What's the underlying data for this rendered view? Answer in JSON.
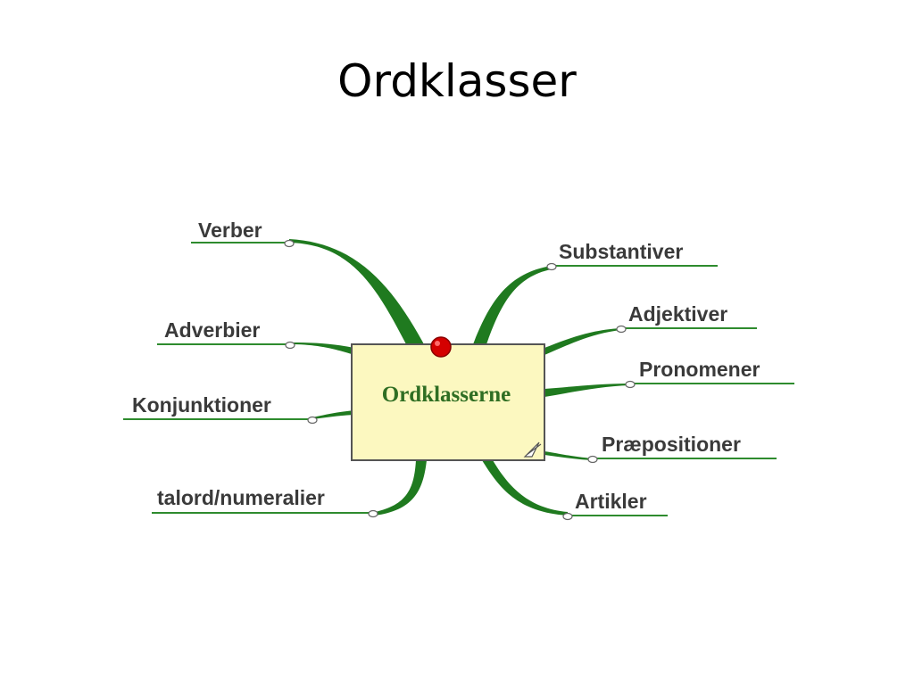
{
  "slide": {
    "title": "Ordklasser"
  },
  "mindmap": {
    "center": "Ordklasserne",
    "colors": {
      "branch": "#1f7a1f",
      "underline": "#2e8b2e",
      "node_fill": "#fcf8c0",
      "node_border": "#555555",
      "pin": "#d40000",
      "center_text": "#2f6e23",
      "label_text": "#3a3a3a"
    },
    "branches": [
      {
        "id": "verber",
        "label": "Verber"
      },
      {
        "id": "adverbier",
        "label": "Adverbier"
      },
      {
        "id": "konjunktioner",
        "label": "Konjunktioner"
      },
      {
        "id": "talord",
        "label": "talord/numeralier"
      },
      {
        "id": "substantiver",
        "label": "Substantiver"
      },
      {
        "id": "adjektiver",
        "label": "Adjektiver"
      },
      {
        "id": "pronomener",
        "label": "Pronomener"
      },
      {
        "id": "praepositioner",
        "label": "Præpositioner"
      },
      {
        "id": "artikler",
        "label": "Artikler"
      }
    ]
  }
}
